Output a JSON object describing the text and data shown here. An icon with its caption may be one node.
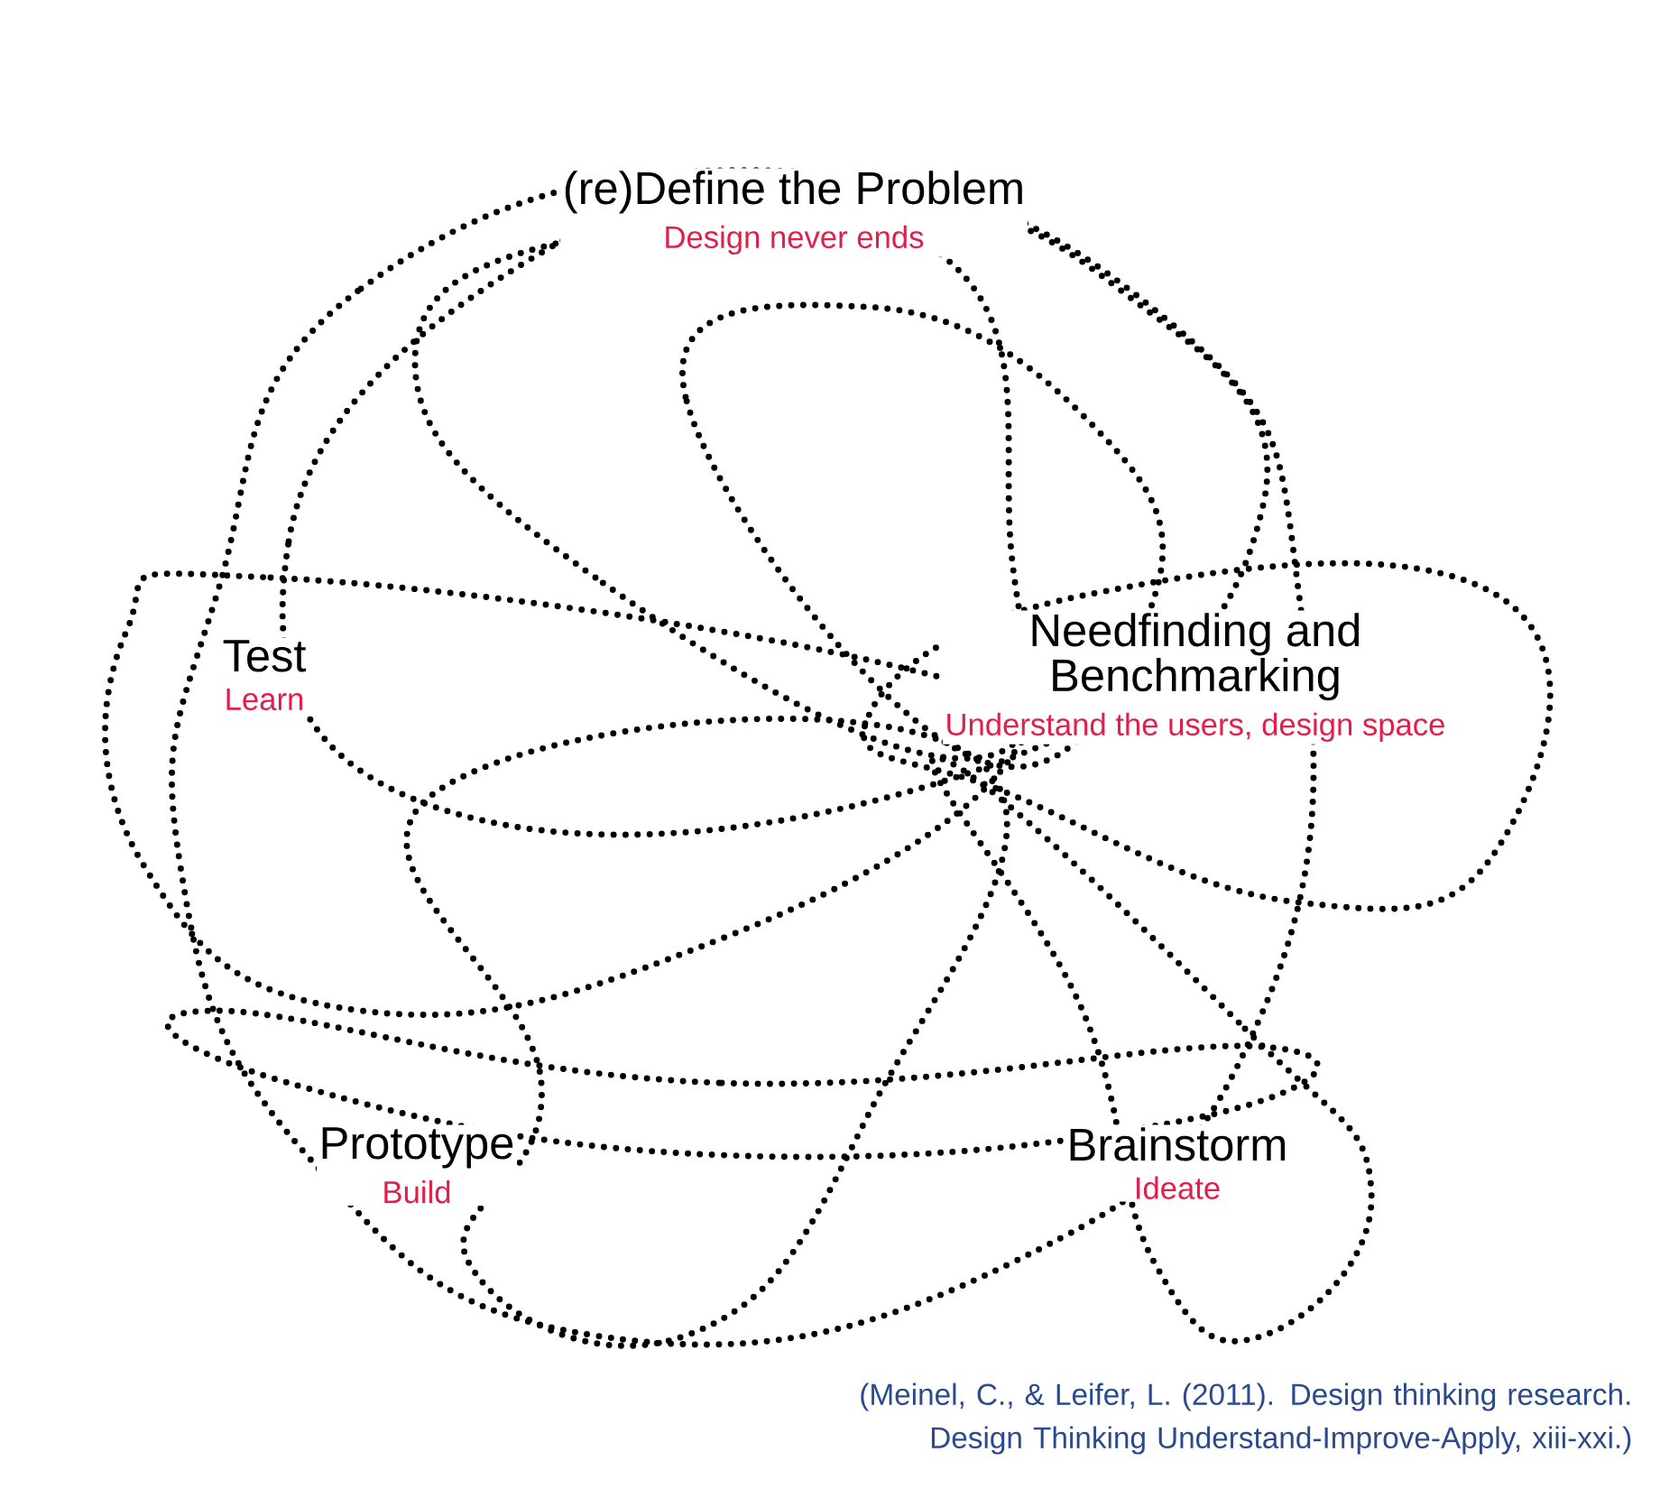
{
  "diagram": {
    "nodes": [
      {
        "text": [
          "(re)Define the Problem",
          "Design never ends"
        ]
      },
      {
        "text": [
          "Test",
          "Learn"
        ]
      },
      {
        "text": [
          "Needfinding and Benchmarking",
          "Understand the users, design space"
        ]
      },
      {
        "text": [
          "Prototype",
          "Build"
        ]
      },
      {
        "text": [
          "Brainstorm",
          "Ideate"
        ]
      }
    ],
    "caption": "(Meinel, C., & Leifer, L. (2011). Design thinking research. Design Thinking Understand-Improve-Apply, xiii-xxi.)"
  }
}
